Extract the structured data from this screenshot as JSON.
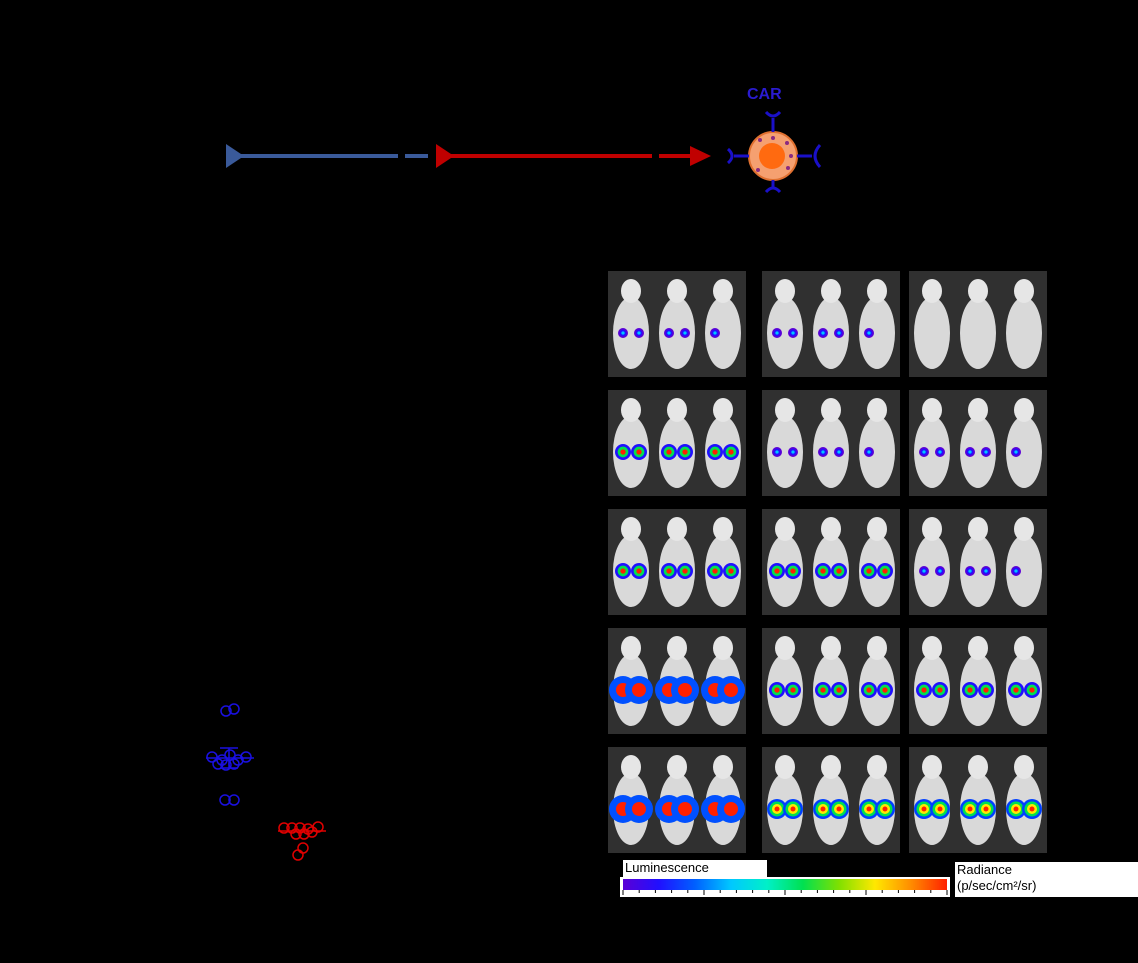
{
  "schematic": {
    "car_label": "CAR",
    "colors": {
      "promoter_blue": "#3a5a9a",
      "promoter_red": "#c00000",
      "car": "#1a10c8",
      "cell_body": "#f5a070",
      "nucleus": "#ff6a10"
    }
  },
  "scatter": {
    "blue_group_color": "#1a10e0",
    "red_group_color": "#e00000"
  },
  "imaging_panels": {
    "rows": 5,
    "columns": 3
  },
  "colorbar": {
    "luminescence_label": "Luminescence",
    "radiance_label": "Radiance",
    "radiance_units": "(p/sec/cm²/sr)",
    "colors": [
      "#5b00d6",
      "#0060ff",
      "#00c8ff",
      "#00e050",
      "#ffe800",
      "#ff2000"
    ]
  }
}
